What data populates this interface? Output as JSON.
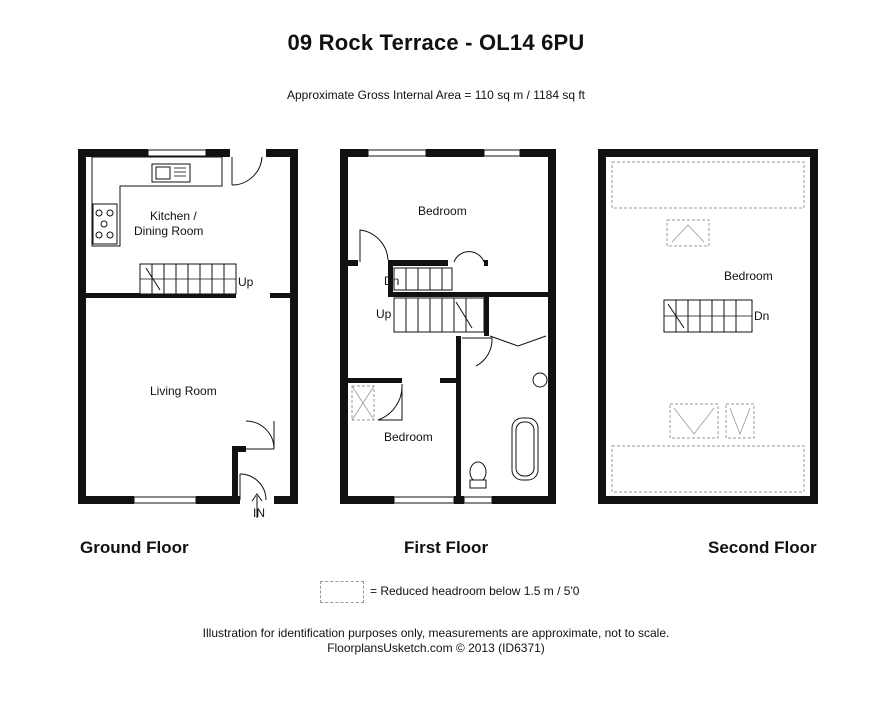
{
  "title": "09 Rock Terrace - OL14 6PU",
  "subtitle": "Approximate Gross Internal Area = 110 sq m / 1184 sq ft",
  "floors": {
    "ground": {
      "label": "Ground Floor",
      "kitchen_line1": "Kitchen /",
      "kitchen_line2": "Dining Room",
      "living": "Living Room",
      "stairs_up": "Up",
      "entrance": "IN"
    },
    "first": {
      "label": "First Floor",
      "bedroom_top": "Bedroom",
      "bedroom_bottom": "Bedroom",
      "stairs_dn": "Dn",
      "stairs_up": "Up"
    },
    "second": {
      "label": "Second Floor",
      "bedroom": "Bedroom",
      "stairs_dn": "Dn"
    }
  },
  "legend": {
    "text": "=  Reduced headroom below 1.5 m / 5'0"
  },
  "footer": {
    "line1": "Illustration for identification purposes only, measurements are approximate, not to scale.",
    "line2": "FloorplansUsketch.com © 2013 (ID6371)"
  }
}
